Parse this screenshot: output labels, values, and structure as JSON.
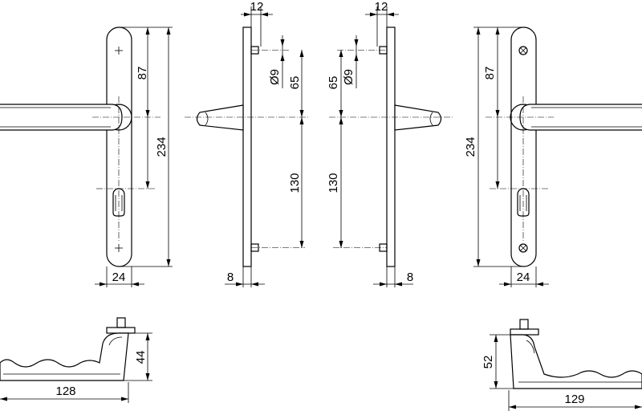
{
  "colors": {
    "line": "#000000",
    "background": "#ffffff"
  },
  "front_left": {
    "dim_87": "87",
    "dim_234": "234",
    "dim_24": "24"
  },
  "side_left": {
    "dim_12": "12",
    "dim_9": "Ø9",
    "dim_65": "65",
    "dim_130": "130",
    "dim_8": "8"
  },
  "side_right": {
    "dim_12": "12",
    "dim_9": "Ø9",
    "dim_65": "65",
    "dim_130": "130",
    "dim_8": "8"
  },
  "front_right": {
    "dim_87": "87",
    "dim_234": "234",
    "dim_24": "24"
  },
  "top_left": {
    "dim_44": "44",
    "dim_128": "128"
  },
  "top_right": {
    "dim_52": "52",
    "dim_129": "129"
  }
}
